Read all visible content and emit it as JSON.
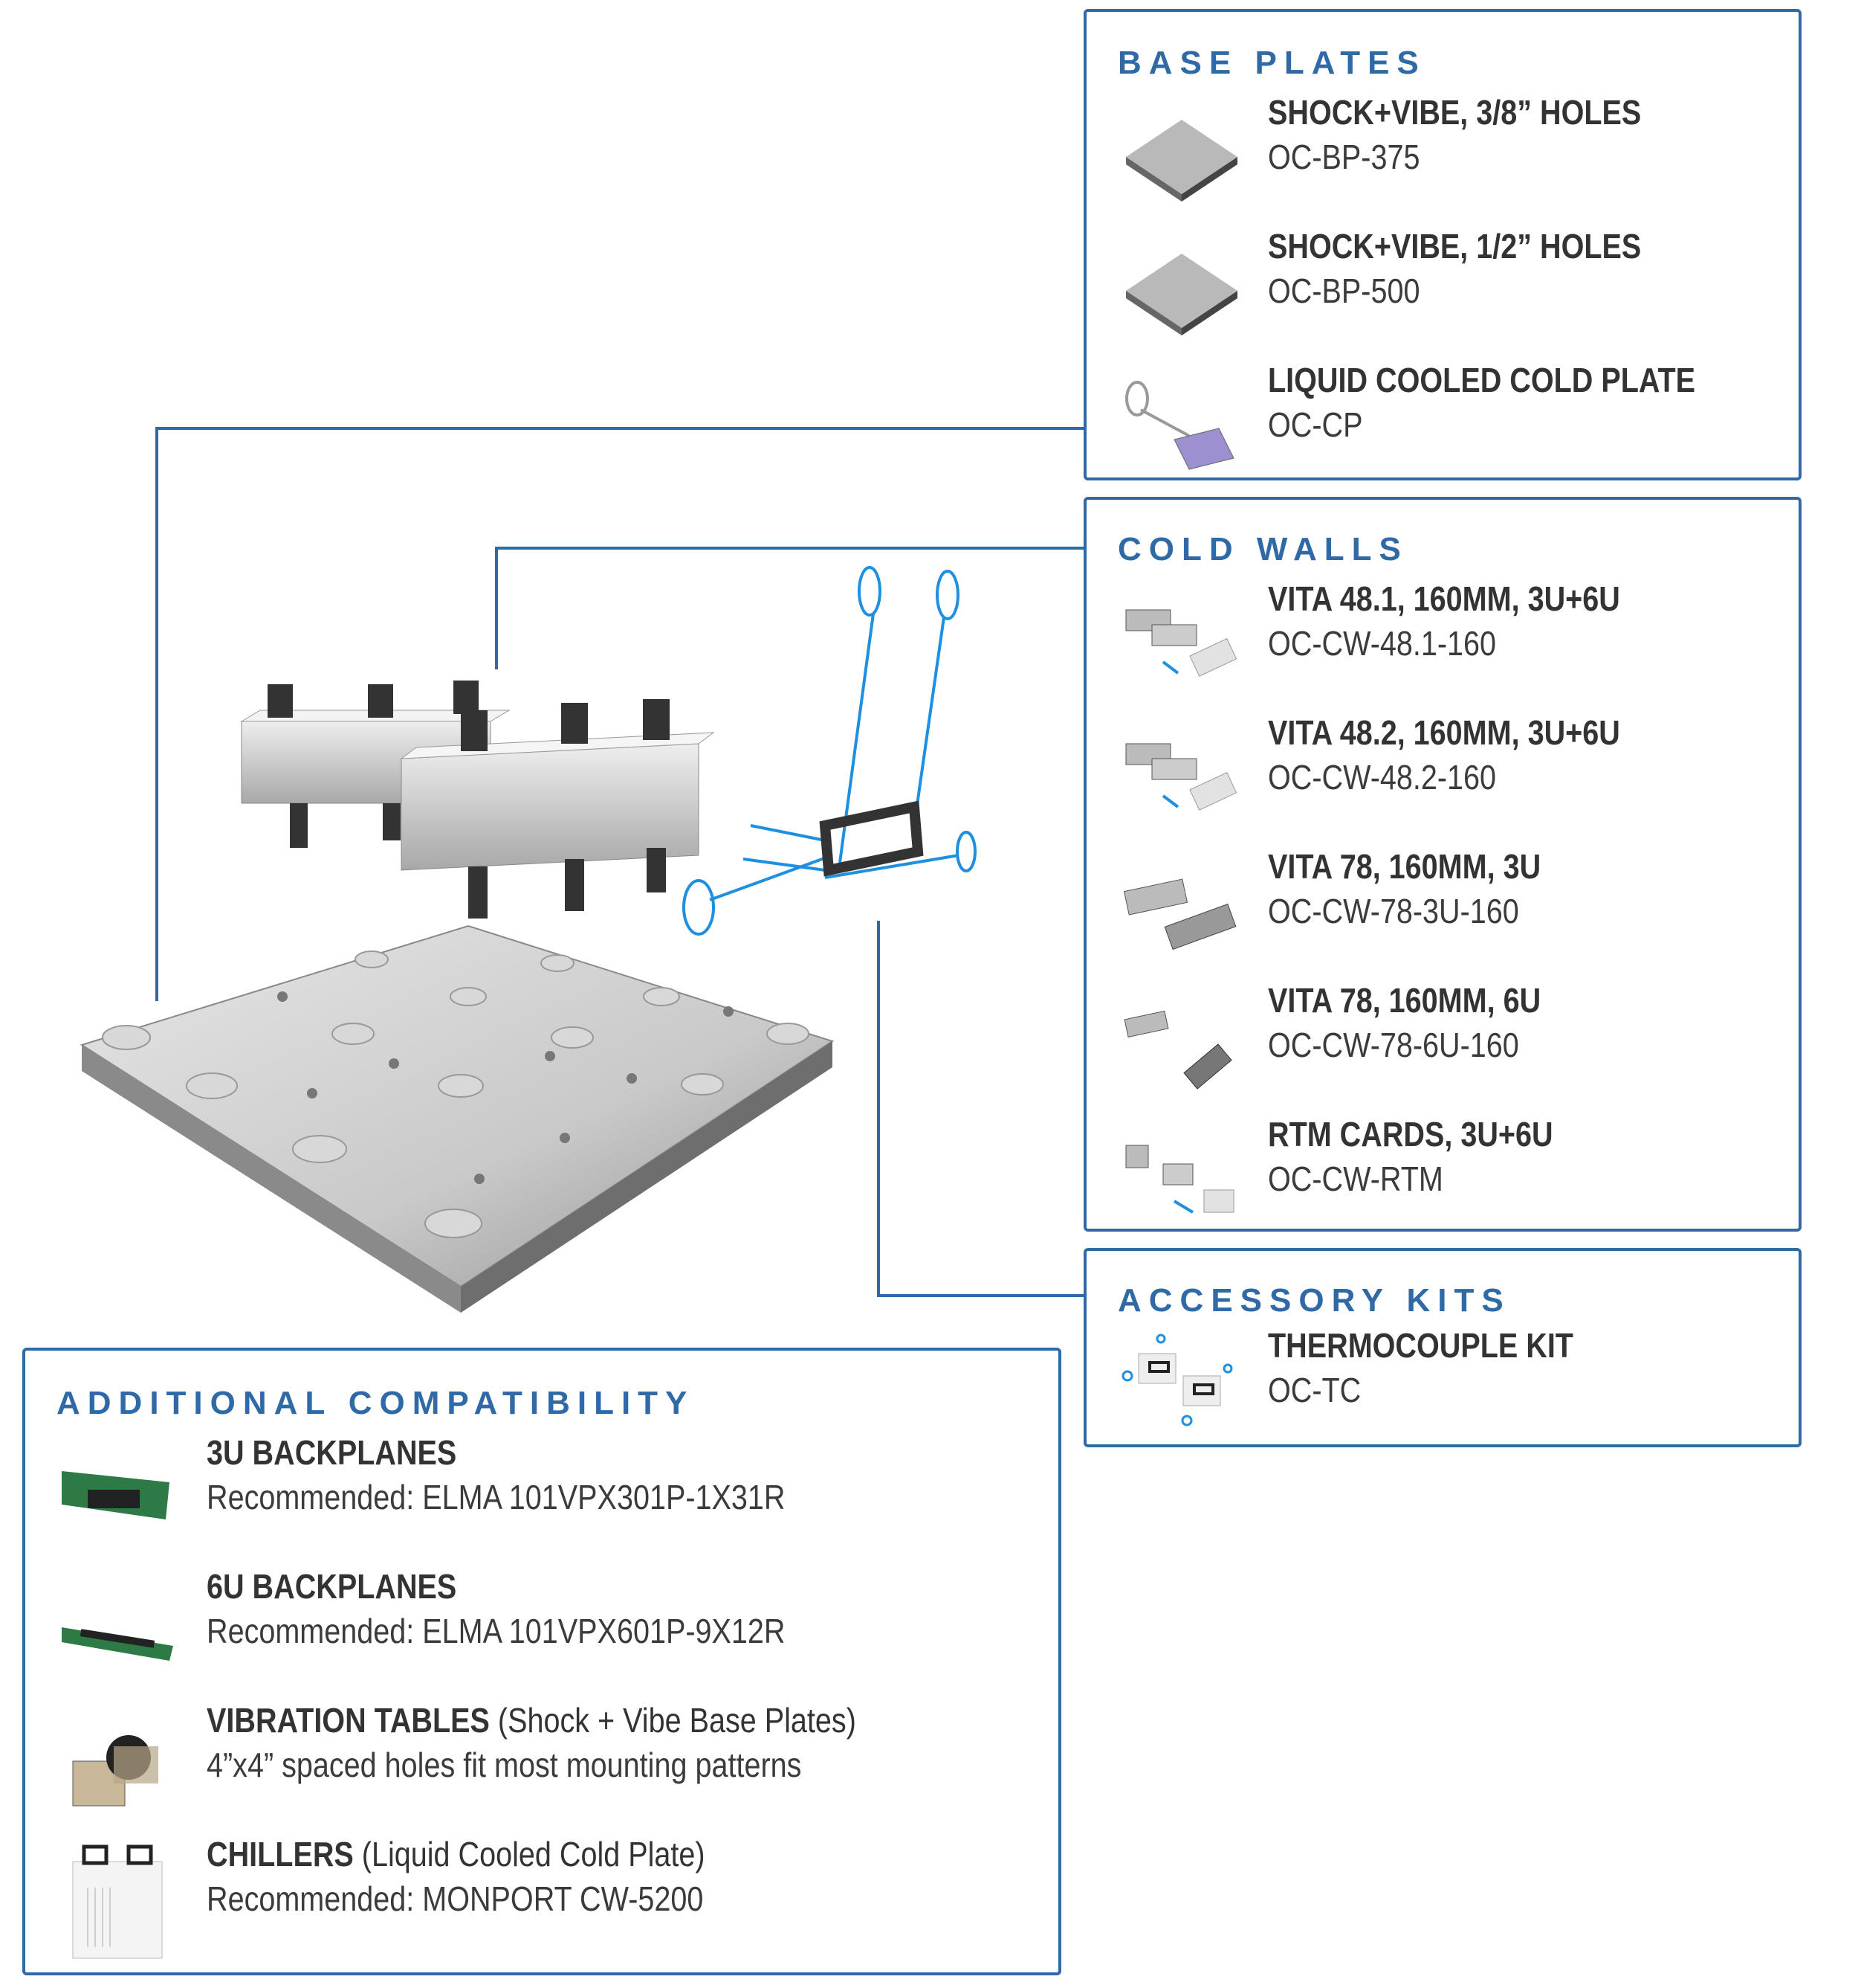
{
  "colors": {
    "accent": "#2f6aa6",
    "text": "#3b3b3b"
  },
  "base_plates": {
    "heading": "BASE PLATES",
    "items": [
      {
        "title": "SHOCK+VIBE, 3/8” HOLES",
        "code": "OC-BP-375",
        "icon": "base-plate-image"
      },
      {
        "title": "SHOCK+VIBE, 1/2” HOLES",
        "code": "OC-BP-500",
        "icon": "base-plate-image"
      },
      {
        "title": "LIQUID COOLED COLD PLATE",
        "code": "OC-CP",
        "icon": "cold-plate-image"
      }
    ]
  },
  "cold_walls": {
    "heading": "COLD WALLS",
    "items": [
      {
        "title": "VITA 48.1, 160MM, 3U+6U",
        "code": "OC-CW-48.1-160"
      },
      {
        "title": "VITA 48.2, 160MM, 3U+6U",
        "code": "OC-CW-48.2-160"
      },
      {
        "title": "VITA 78, 160MM, 3U",
        "code": "OC-CW-78-3U-160"
      },
      {
        "title": "VITA 78, 160MM, 6U",
        "code": "OC-CW-78-6U-160"
      },
      {
        "title": "RTM CARDS, 3U+6U",
        "code": "OC-CW-RTM"
      }
    ]
  },
  "accessory_kits": {
    "heading": "ACCESSORY KITS",
    "items": [
      {
        "title": "THERMOCOUPLE KIT",
        "code": "OC-TC"
      }
    ]
  },
  "additional": {
    "heading": "ADDITIONAL COMPATIBILITY",
    "items": [
      {
        "title": "3U BACKPLANES",
        "note": "",
        "detail": "Recommended: ELMA 101VPX301P-1X31R"
      },
      {
        "title": "6U BACKPLANES",
        "note": "",
        "detail": "Recommended: ELMA 101VPX601P-9X12R"
      },
      {
        "title": "VIBRATION TABLES",
        "note": " (Shock + Vibe Base Plates)",
        "detail": "4”x4” spaced holes fit most mounting patterns"
      },
      {
        "title": "CHILLERS",
        "note": " (Liquid Cooled Cold Plate)",
        "detail": "Recommended: MONPORT CW-5200"
      }
    ]
  }
}
